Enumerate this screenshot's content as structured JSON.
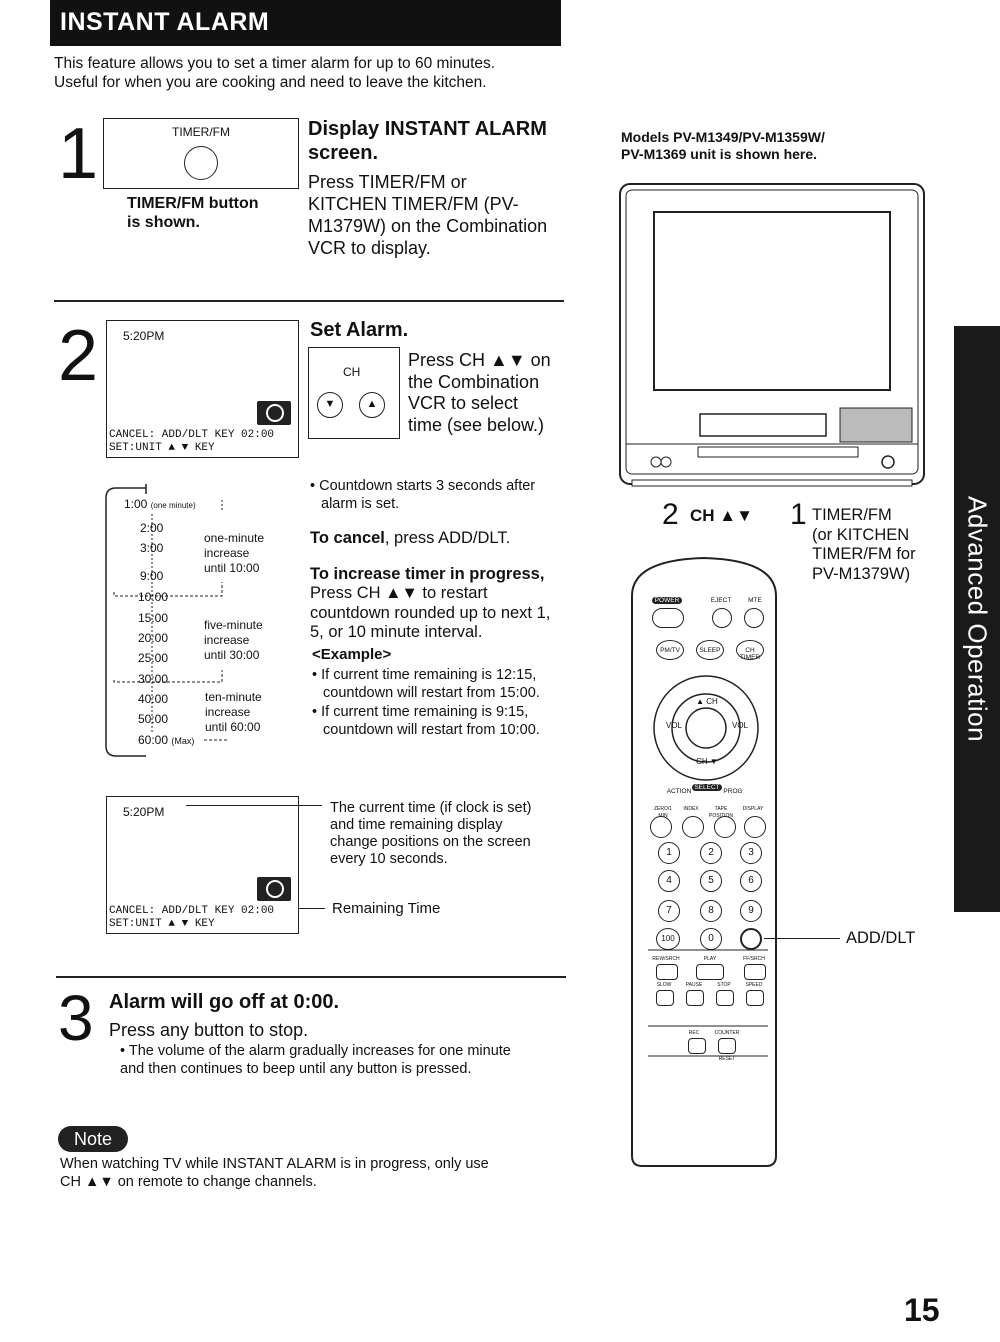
{
  "header": {
    "title": "INSTANT ALARM"
  },
  "intro": {
    "line1": "This feature allows you to set a timer alarm for up to 60 minutes.",
    "line2": "Useful for when you are cooking and need to leave the kitchen."
  },
  "step1": {
    "number": "1",
    "button_label": "TIMER/FM",
    "caption1": "TIMER/FM button",
    "caption2": "is shown.",
    "heading1": "Display INSTANT ALARM",
    "heading2": "screen.",
    "body": [
      "Press TIMER/FM or",
      "KITCHEN TIMER/FM (PV-",
      "M1379W) on the Combination",
      "VCR to display."
    ]
  },
  "step2": {
    "number": "2",
    "screen": {
      "time": "5:20PM",
      "line1": "CANCEL: ADD/DLT  KEY 02:00",
      "line2": "SET:UNIT ▲ ▼ KEY"
    },
    "heading": "Set Alarm.",
    "ch_label": "CH",
    "press": [
      "Press CH ▲▼ on",
      "the Combination",
      "VCR to select",
      "time (see below.)"
    ],
    "timeline": {
      "start": "1:00",
      "start_note": "(one minute)",
      "ticks1": [
        "2:00",
        "3:00",
        "9:00",
        "10:00"
      ],
      "group1": [
        "one-minute",
        "increase",
        "until 10:00"
      ],
      "ticks2": [
        "15:00",
        "20:00",
        "25:00",
        "30:00"
      ],
      "group2": [
        "five-minute",
        "increase",
        "until 30:00"
      ],
      "ticks3": [
        "40:00",
        "50:00",
        "60:00"
      ],
      "max_note": "(Max)",
      "group3": [
        "ten-minute",
        "increase",
        "until 60:00"
      ]
    },
    "bullet1": [
      "• Countdown starts 3 seconds after",
      "alarm is set."
    ],
    "cancel_bold": "To cancel",
    "cancel_rest": ", press ADD/DLT.",
    "increase_heading": "To increase timer in progress,",
    "increase_body": [
      "Press CH ▲▼ to restart",
      "countdown rounded up to next 1,",
      "5, or 10 minute interval."
    ],
    "example_heading": "<Example>",
    "example1": [
      "• If current time remaining is 12:15,",
      "countdown will restart from 15:00."
    ],
    "example2": [
      "• If current time remaining is 9:15,",
      "countdown will restart from 10:00."
    ],
    "screen2_note": [
      "The current time (if clock is set)",
      "and time remaining display",
      "change positions on the screen",
      "every 10 seconds."
    ],
    "remaining_label": "Remaining Time"
  },
  "step3": {
    "number": "3",
    "heading": "Alarm will go off at 0:00.",
    "body": "Press any button to stop.",
    "bullet": [
      "• The volume of the alarm gradually increases for one minute",
      "and then continues to beep until any button is pressed."
    ]
  },
  "note": {
    "label": "Note",
    "text": [
      "When watching TV while INSTANT ALARM is in progress, only use",
      "CH ▲▼  on remote to change channels."
    ]
  },
  "right": {
    "models": [
      "Models PV-M1349/PV-M1359W/",
      "PV-M1369 unit is shown here."
    ],
    "callout2_num": "2",
    "callout2_text": "CH ▲▼",
    "callout1_num": "1",
    "callout1_text": [
      "TIMER/FM",
      "(or KITCHEN",
      "TIMER/FM for",
      "PV-M1379W)"
    ],
    "add_dlt": "ADD/DLT",
    "remote": {
      "power": "POWER",
      "eject": "EJECT",
      "mte": "MTE",
      "r2": [
        "PM/TV",
        "SLEEP",
        "CH TIMER"
      ],
      "ch": "CH",
      "vol": "VOL",
      "action": "ACTION",
      "prog": "PROG",
      "select": "SELECT",
      "r3": [
        "ZERO/1 MIN",
        "INDEX",
        "TAPE POSITION",
        "DISPLAY"
      ],
      "digits": [
        "1",
        "2",
        "3",
        "4",
        "5",
        "6",
        "7",
        "8",
        "9",
        "100",
        "0"
      ],
      "transport1": [
        "REW/SRCH",
        "PLAY",
        "FF/SRCH"
      ],
      "transport2": [
        "SLOW",
        "PAUSE",
        "STOP",
        "SPEED"
      ],
      "rec": "REC",
      "counter": "COUNTER",
      "reset": "RESET"
    }
  },
  "sidetab": "Advanced Operation",
  "page_number": "15"
}
